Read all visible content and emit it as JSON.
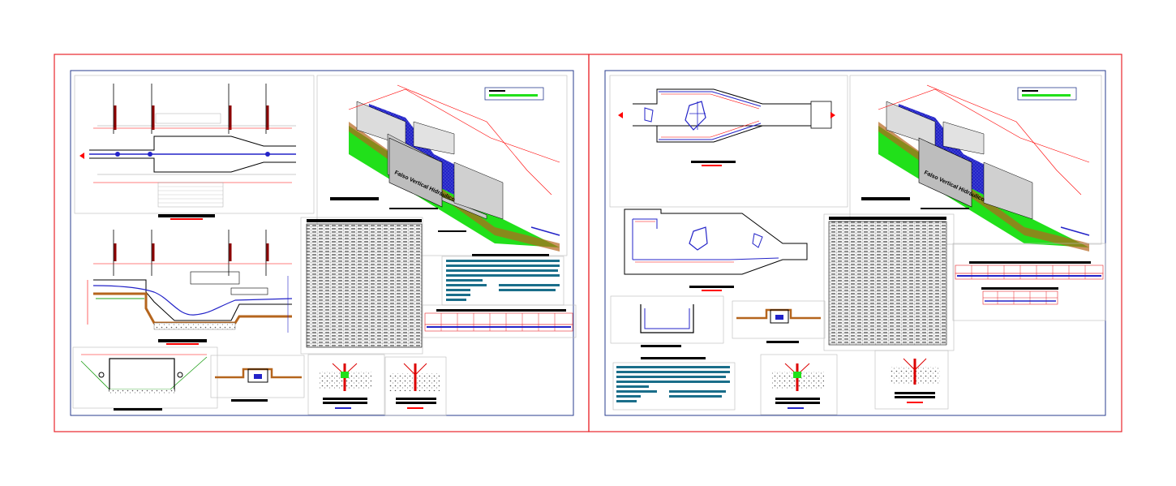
{
  "drawing": {
    "sheets": [
      {
        "id": "sheet-1",
        "text_on_3d_view": "Falso Vertical Hidráulico"
      },
      {
        "id": "sheet-2",
        "text_on_3d_view": "Falso Vertical Hidráulico"
      }
    ]
  },
  "colors": {
    "sheet_border": "#e8262c",
    "frame_line": "#2a3d8f",
    "water": "#2323c8",
    "ground": "#21e01a",
    "concrete": "#c9c9c9",
    "dimension": "#ff0000",
    "soil": "#b5651d",
    "note_band": "#1a6e8a",
    "table_header": "#000000"
  }
}
